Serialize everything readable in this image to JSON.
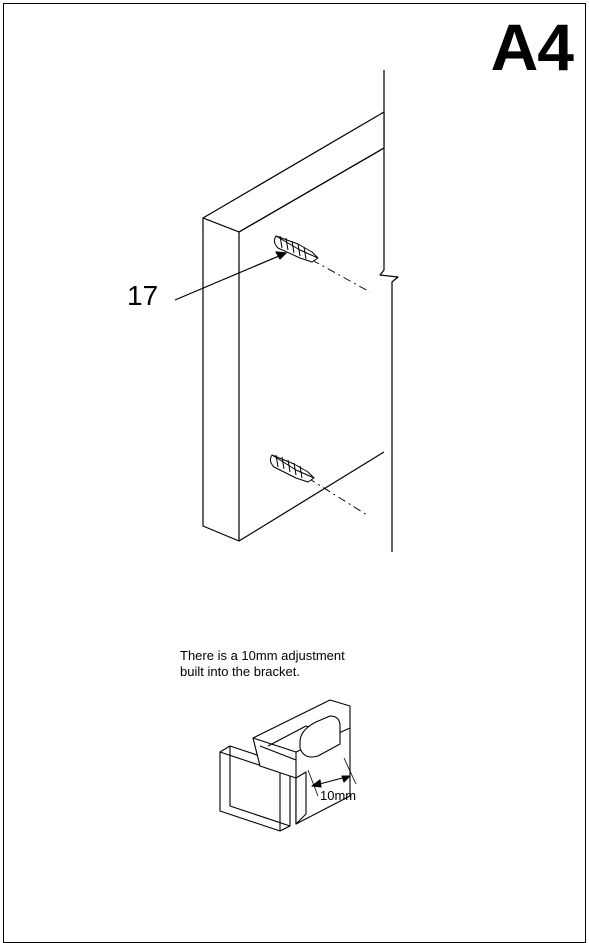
{
  "page": {
    "step": "A4"
  },
  "diagram": {
    "part_callout": "17",
    "note": "There is a 10mm adjustment\nbuilt into the bracket.",
    "dimension": "10mm",
    "icons": [
      "wall-panel",
      "wall-plug",
      "centre-line",
      "wall-edge-break",
      "bracket-assembly"
    ]
  }
}
